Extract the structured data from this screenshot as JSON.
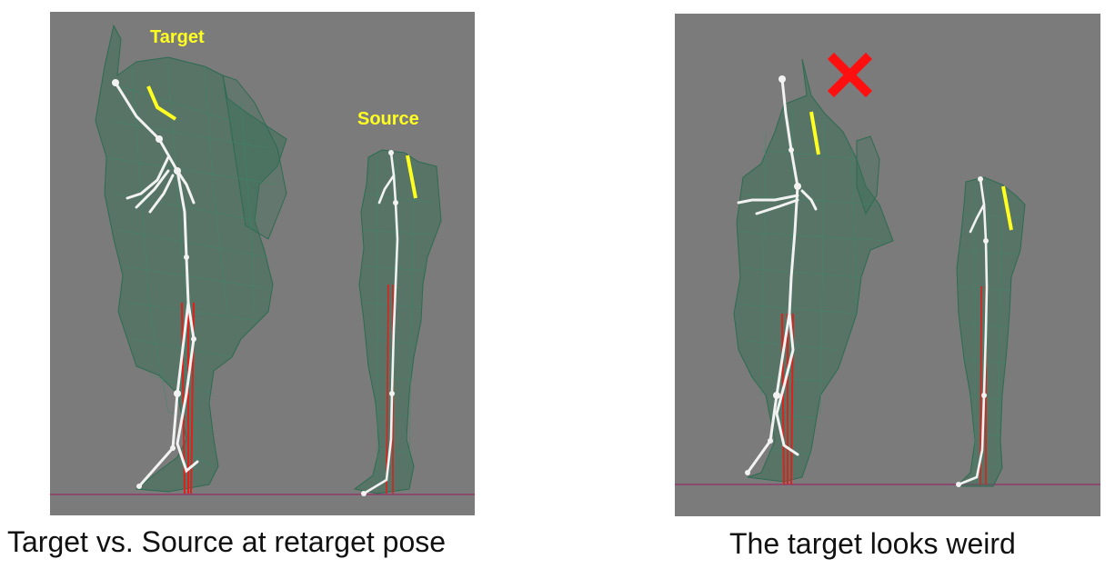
{
  "panels": [
    {
      "id": "left",
      "labels": {
        "target": "Target",
        "source": "Source"
      },
      "caption": "Target vs. Source at retarget pose"
    },
    {
      "id": "right",
      "caption": "The target looks weird",
      "marker_icon": "red-x-icon"
    }
  ],
  "colors": {
    "viewport_background": "#7b7b7b",
    "mesh": "#2e6b52",
    "bone": "#f2f2f2",
    "highlight": "#ffff22",
    "leg_bone": "#e0201a",
    "ground_line": "#8e3a6a",
    "marker": "#ff1010"
  }
}
